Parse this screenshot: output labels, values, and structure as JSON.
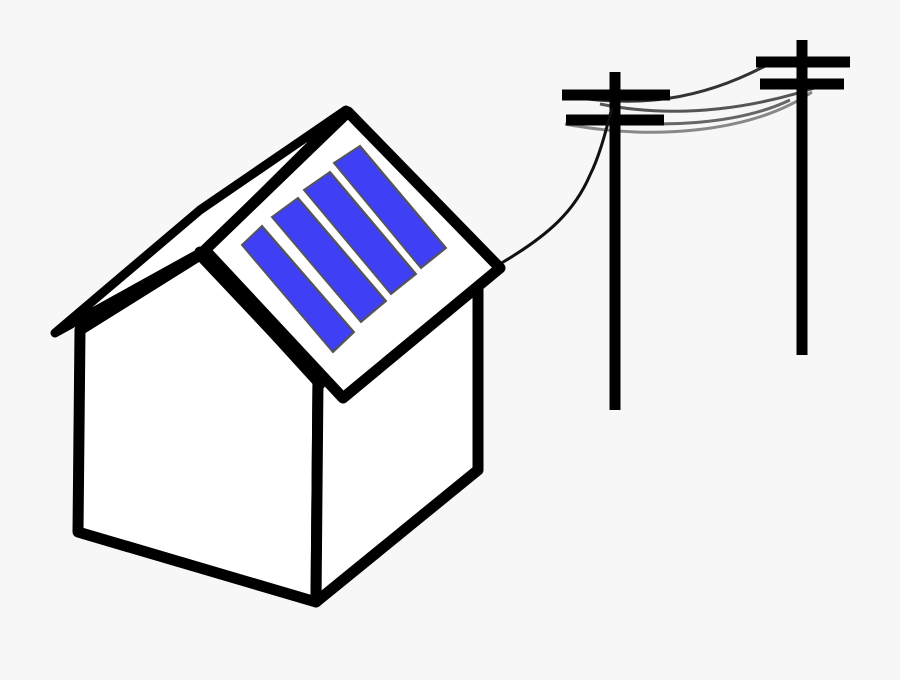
{
  "scene": {
    "description_icon": "house-solar-panel-power-lines",
    "colors": {
      "background": "#f7f7f7",
      "outline": "#000000",
      "wall_fill": "#ffffff",
      "panel_frame": "#ffffff",
      "panel_cell": "#3f3ff5",
      "panel_cell_edge": "#555555",
      "wire_dark": "#222222",
      "wire_mid": "#555555",
      "wire_light": "#888888"
    },
    "panel_cell_count": 4,
    "pole_count": 2
  }
}
